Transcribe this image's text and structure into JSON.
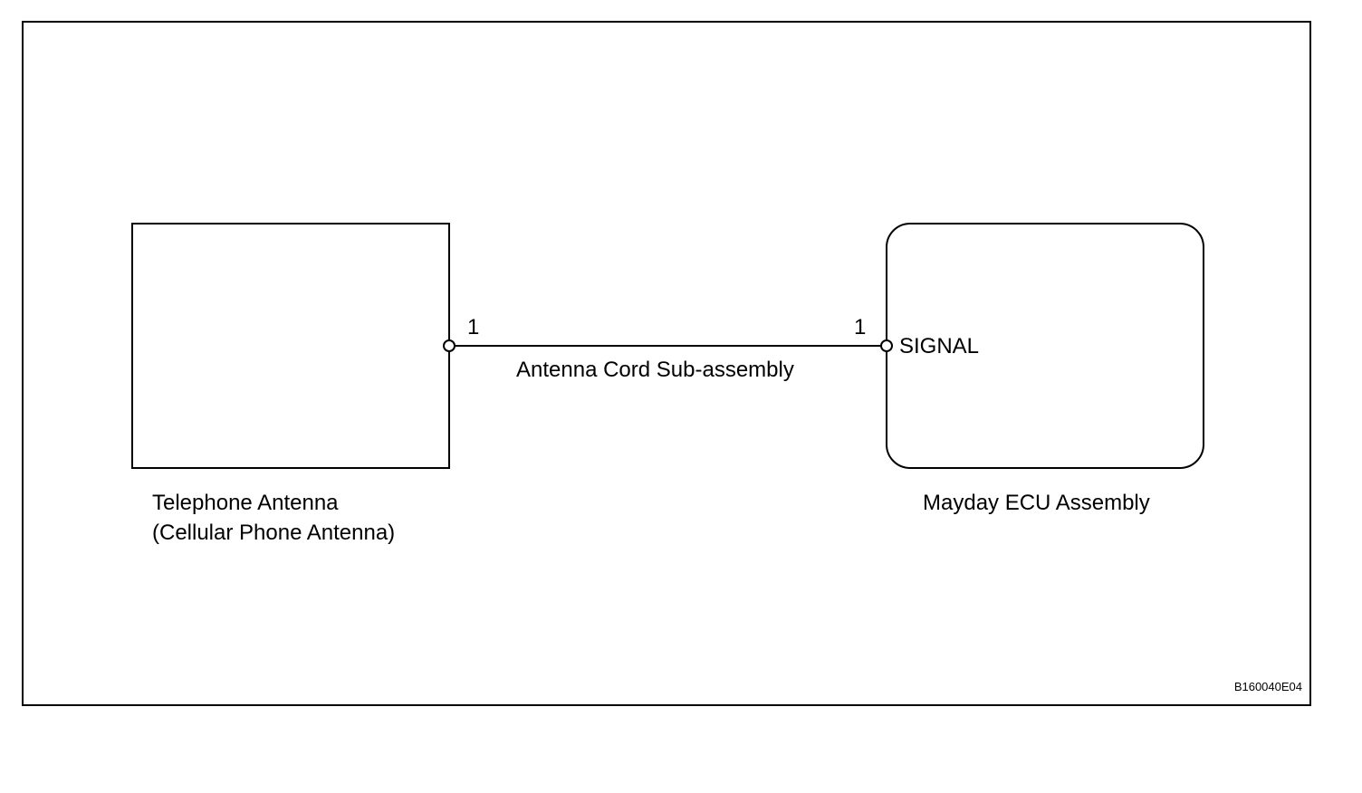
{
  "antenna": {
    "label_line1": "Telephone Antenna",
    "label_line2": "(Cellular Phone Antenna)",
    "pin": "1"
  },
  "cord": {
    "label": "Antenna Cord Sub-assembly"
  },
  "ecu": {
    "label": "Mayday ECU Assembly",
    "pin": "1",
    "terminal": "SIGNAL"
  },
  "figure_code": "B160040E04",
  "colors": {
    "stroke": "#000000",
    "background": "#ffffff"
  }
}
